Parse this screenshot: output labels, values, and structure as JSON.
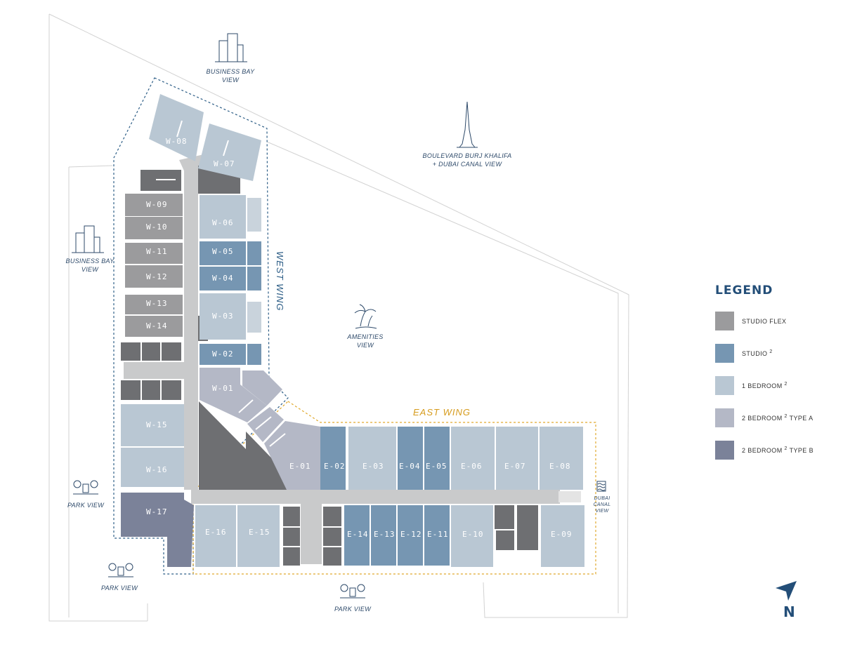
{
  "colors": {
    "studio_flex": "#9b9b9d",
    "studio": "#7696b2",
    "one_bedroom": "#b9c7d3",
    "two_bed_a": "#b4b8c6",
    "two_bed_b": "#7b8299",
    "service": "#6e6f72",
    "corridor": "#c9cacb",
    "west_wing_line": "#2c5d86",
    "east_wing_line": "#e0a82a",
    "boundary": "#cfcfcf"
  },
  "views": {
    "business_bay_top": "BUSINESS BAY\nVIEW",
    "business_bay_left": "BUSINESS BAY\nVIEW",
    "burj_khalifa": "BOULEVARD BURJ KHALIFA\n+ DUBAI CANAL VIEW",
    "amenities": "AMENITIES\nVIEW",
    "park_left": "PARK VIEW",
    "park_bottom_left": "PARK VIEW",
    "park_bottom": "PARK VIEW",
    "dubai_canal": "DUBAI CANAL\nVIEW"
  },
  "wings": {
    "west": "WEST WING",
    "east": "EAST WING"
  },
  "units": {
    "w08": "W-08",
    "w07": "W-07",
    "w09": "W-09",
    "w10": "W-10",
    "w11": "W-11",
    "w12": "W-12",
    "w13": "W-13",
    "w14": "W-14",
    "w06": "W-06",
    "w05": "W-05",
    "w04": "W-04",
    "w03": "W-03",
    "w02": "W-02",
    "w01": "W-01",
    "w15": "W-15",
    "w16": "W-16",
    "w17": "W-17",
    "e01": "E-01",
    "e02": "E-02",
    "e03": "E-03",
    "e04": "E-04",
    "e05": "E-05",
    "e06": "E-06",
    "e07": "E-07",
    "e08": "E-08",
    "e16": "E-16",
    "e15": "E-15",
    "e14": "E-14",
    "e13": "E-13",
    "e12": "E-12",
    "e11": "E-11",
    "e10": "E-10",
    "e09": "E-09"
  },
  "legend": {
    "title": "LEGEND",
    "items": [
      {
        "label": "STUDIO FLEX",
        "sup": "",
        "suffix": "",
        "color": "#9b9b9d"
      },
      {
        "label": "STUDIO",
        "sup": "2",
        "suffix": "",
        "color": "#7696b2"
      },
      {
        "label": "1 BEDROOM",
        "sup": "2",
        "suffix": "",
        "color": "#b9c7d3"
      },
      {
        "label": "2 BEDROOM",
        "sup": "2",
        "suffix": "TYPE A",
        "color": "#b4b8c6"
      },
      {
        "label": "2 BEDROOM",
        "sup": "2",
        "suffix": "TYPE B",
        "color": "#7b8299"
      }
    ]
  },
  "compass": {
    "letter": "N"
  }
}
